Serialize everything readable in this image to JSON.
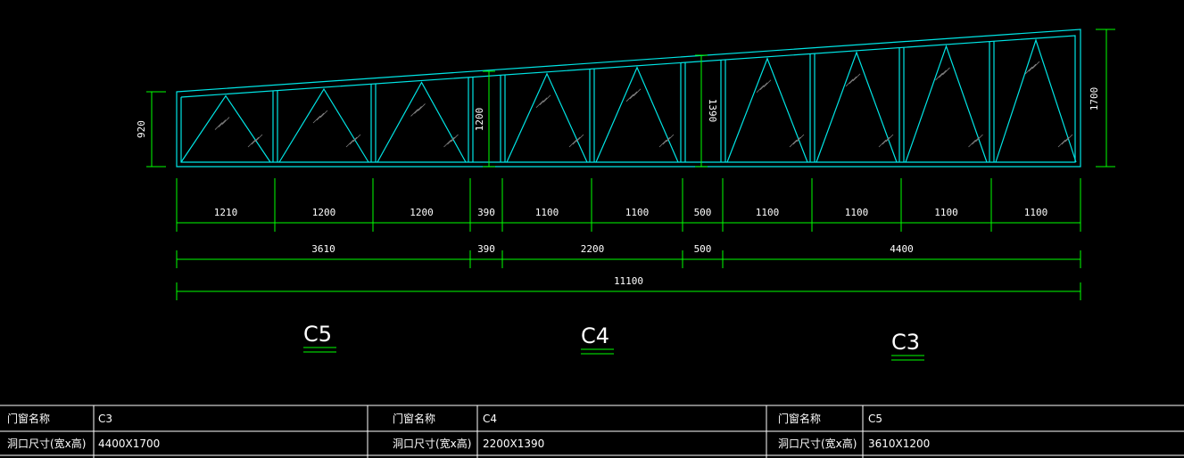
{
  "dimensions": {
    "segments": [
      "1210",
      "1200",
      "1200",
      "390",
      "1100",
      "1100",
      "500",
      "1100",
      "1100",
      "1100",
      "1100"
    ],
    "groups": [
      "3610",
      "390",
      "2200",
      "500",
      "4400"
    ],
    "total": "11100",
    "heights": {
      "left": "920",
      "mid": "1200",
      "mid2": "1390",
      "right": "1700"
    }
  },
  "window_labels": [
    "C5",
    "C4",
    "C3"
  ],
  "schedule": {
    "name_header": "门窗名称",
    "size_header": "洞口尺寸(宽x高)",
    "entries": [
      {
        "name": "C3",
        "size": "4400X1700"
      },
      {
        "name": "C4",
        "size": "2200X1390"
      },
      {
        "name": "C5",
        "size": "3610X1200"
      }
    ]
  },
  "colors": {
    "background": "#000000",
    "frame": "#00e5e5",
    "dimension": "#00ff00",
    "glass_hatch": "#808080",
    "text": "#ffffff"
  }
}
